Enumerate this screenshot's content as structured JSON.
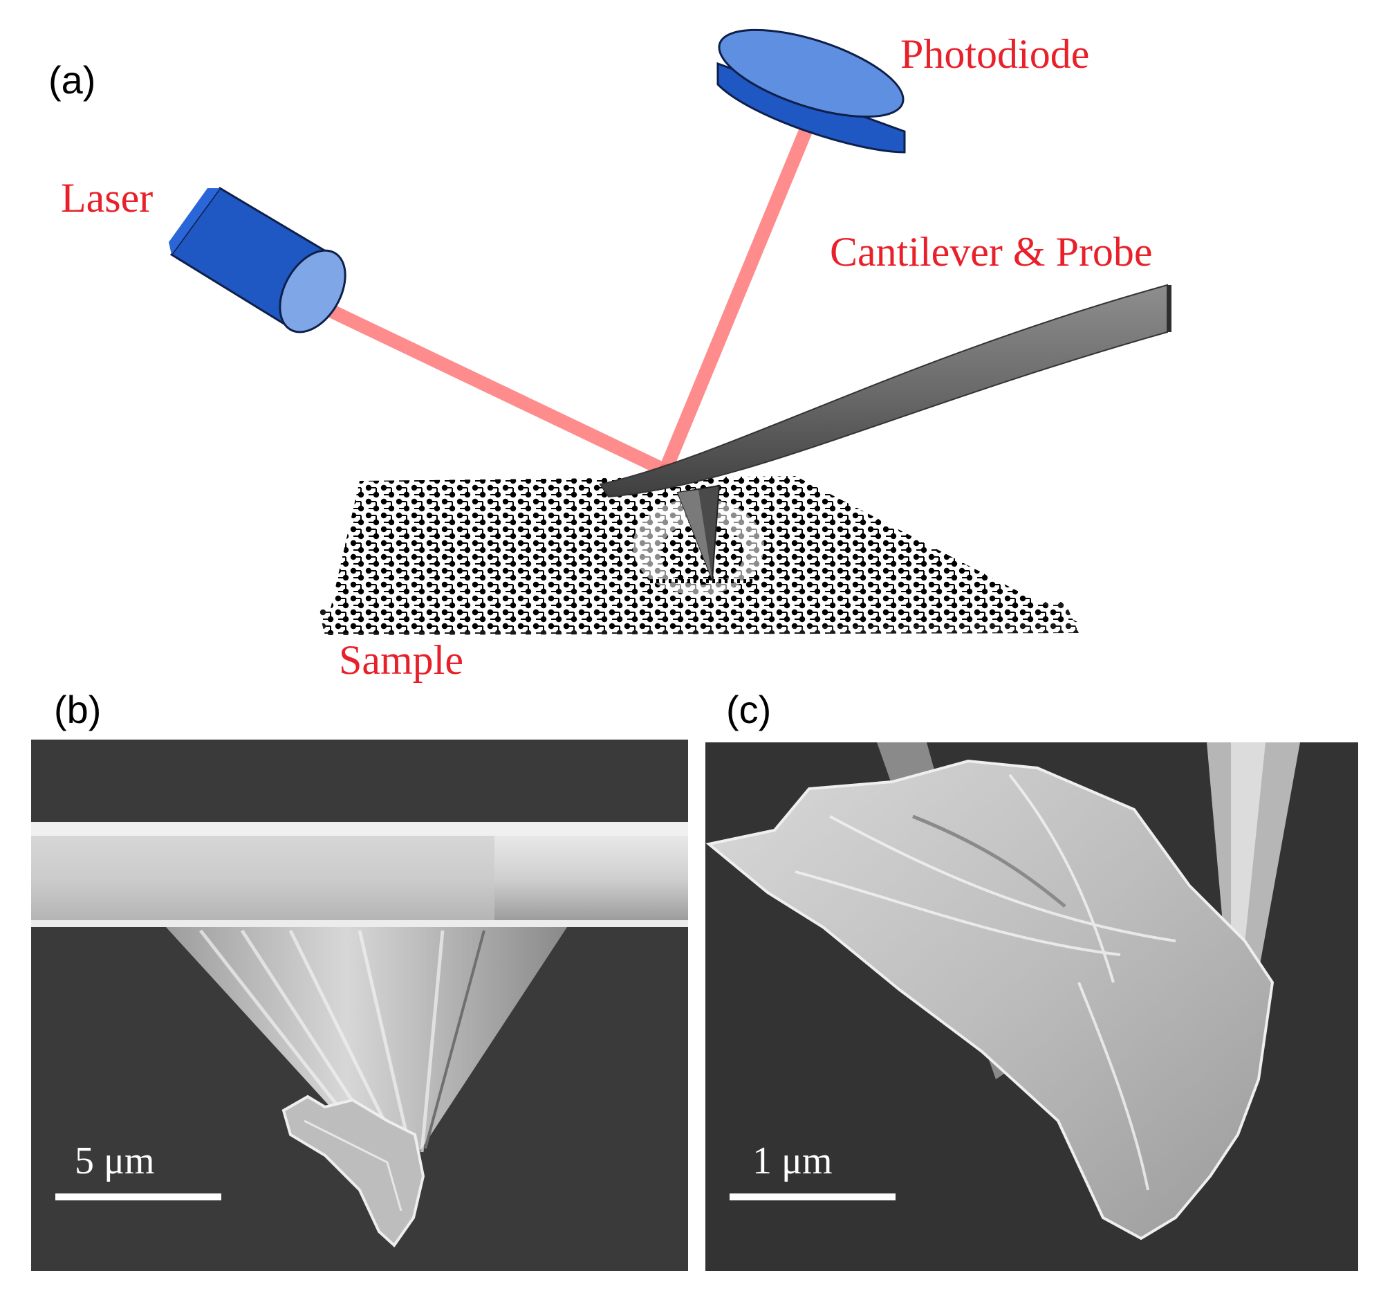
{
  "figure": {
    "panels": [
      {
        "id": "a",
        "label": "(a)"
      },
      {
        "id": "b",
        "label": "(b)"
      },
      {
        "id": "c",
        "label": "(c)"
      }
    ],
    "components": {
      "photodiode": "Photodiode",
      "laser": "Laser",
      "cantilever": "Cantilever & Probe",
      "sample": "Sample"
    },
    "scale_bars": {
      "b": "5 μm",
      "c": "1 μm"
    },
    "colors": {
      "component_label": "#e8202a",
      "device_body": "#1f57c3",
      "laser_beam": "#ff8c8c",
      "micrograph_background": "#3a3a3a"
    }
  }
}
